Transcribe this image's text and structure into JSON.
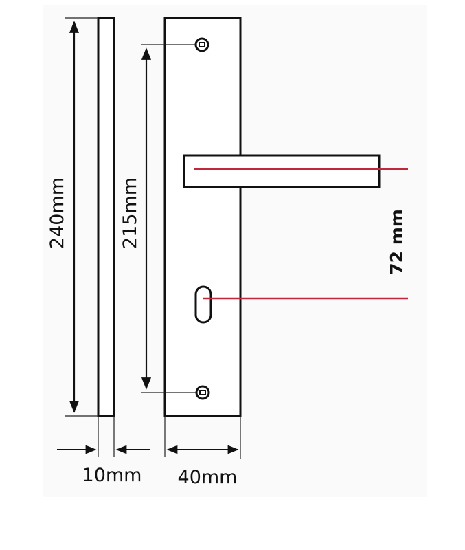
{
  "dimensions": {
    "overall_height": "240mm",
    "screw_spacing": "215mm",
    "thickness": "10mm",
    "width": "40mm",
    "backset": "72 mm"
  },
  "colors": {
    "outline": "#111111",
    "dimension_line": "#222222",
    "highlight_line": "#c0273a",
    "background": "#ffffff"
  }
}
